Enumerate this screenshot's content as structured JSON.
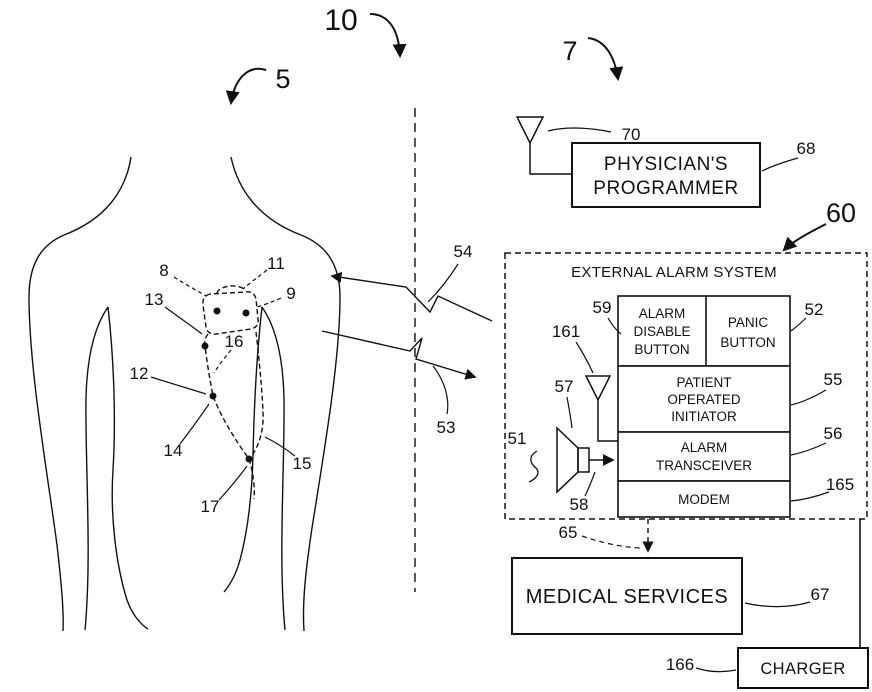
{
  "colors": {
    "ink": "#111111",
    "paper": "#ffffff"
  },
  "refs": {
    "r10": "10",
    "r5": "5",
    "r7": "7",
    "r70": "70",
    "r68": "68",
    "r60": "60",
    "r54": "54",
    "r53": "53",
    "r8": "8",
    "r11": "11",
    "r9": "9",
    "r13": "13",
    "r16": "16",
    "r12": "12",
    "r14": "14",
    "r15": "15",
    "r17": "17",
    "r59": "59",
    "r52": "52",
    "r55": "55",
    "r56": "56",
    "r57": "57",
    "r58": "58",
    "r51": "51",
    "r161": "161",
    "r165": "165",
    "r65": "65",
    "r67": "67",
    "r166": "166"
  },
  "boxes": {
    "physicians_programmer": {
      "line1": "PHYSICIAN'S",
      "line2": "PROGRAMMER"
    },
    "external_alarm_system": {
      "title": "EXTERNAL ALARM SYSTEM"
    },
    "alarm_disable_button": {
      "line1": "ALARM",
      "line2": "DISABLE",
      "line3": "BUTTON"
    },
    "panic_button": {
      "line1": "PANIC",
      "line2": "BUTTON"
    },
    "patient_operated_initiator": {
      "line1": "PATIENT",
      "line2": "OPERATED",
      "line3": "INITIATOR"
    },
    "alarm_transceiver": {
      "line1": "ALARM",
      "line2": "TRANSCEIVER"
    },
    "modem": {
      "label": "MODEM"
    },
    "medical_services": {
      "label": "MEDICAL SERVICES"
    },
    "charger": {
      "label": "CHARGER"
    }
  }
}
